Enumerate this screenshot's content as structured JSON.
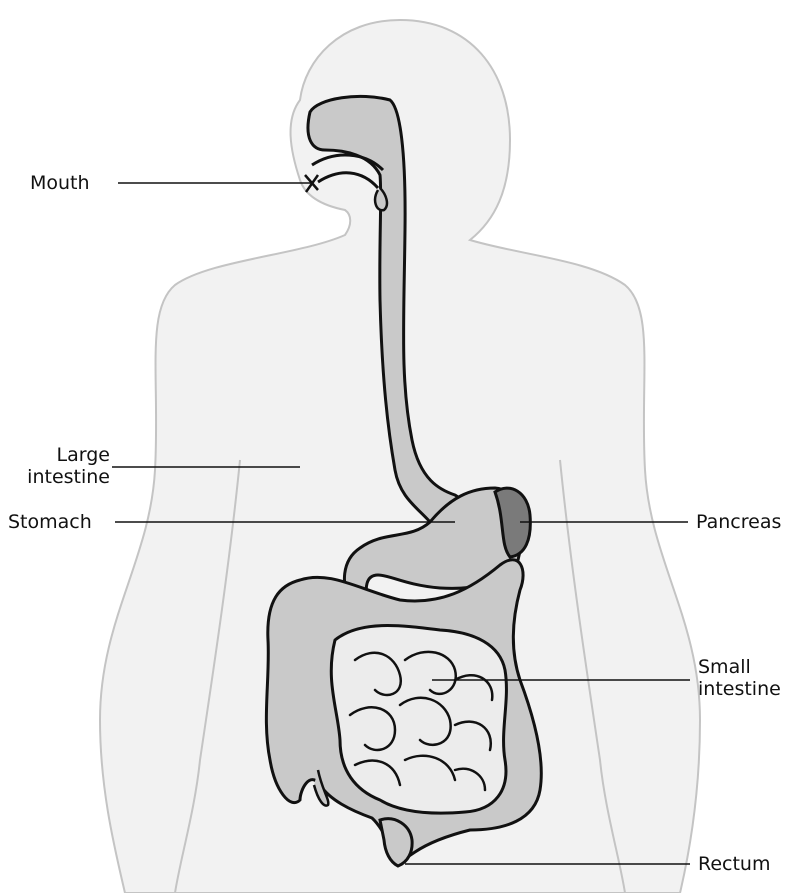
{
  "labels": {
    "mouth": "Mouth",
    "stomach": "Stomach",
    "large_intestine_line1": "Large",
    "large_intestine_line2": "intestine",
    "pancreas": "Pancreas",
    "small_intestine_line1": "Small",
    "small_intestine_line2": "intestine",
    "rectum": "Rectum"
  },
  "colors": {
    "body_fill": "#f2f2f2",
    "body_outline": "#c4c4c4",
    "organ_fill": "#c9c9c9",
    "organ_outline": "#111111",
    "small_intestine_fill": "#ececec",
    "pancreas_fill": "#7a7a7a",
    "leader_line": "#111111"
  }
}
